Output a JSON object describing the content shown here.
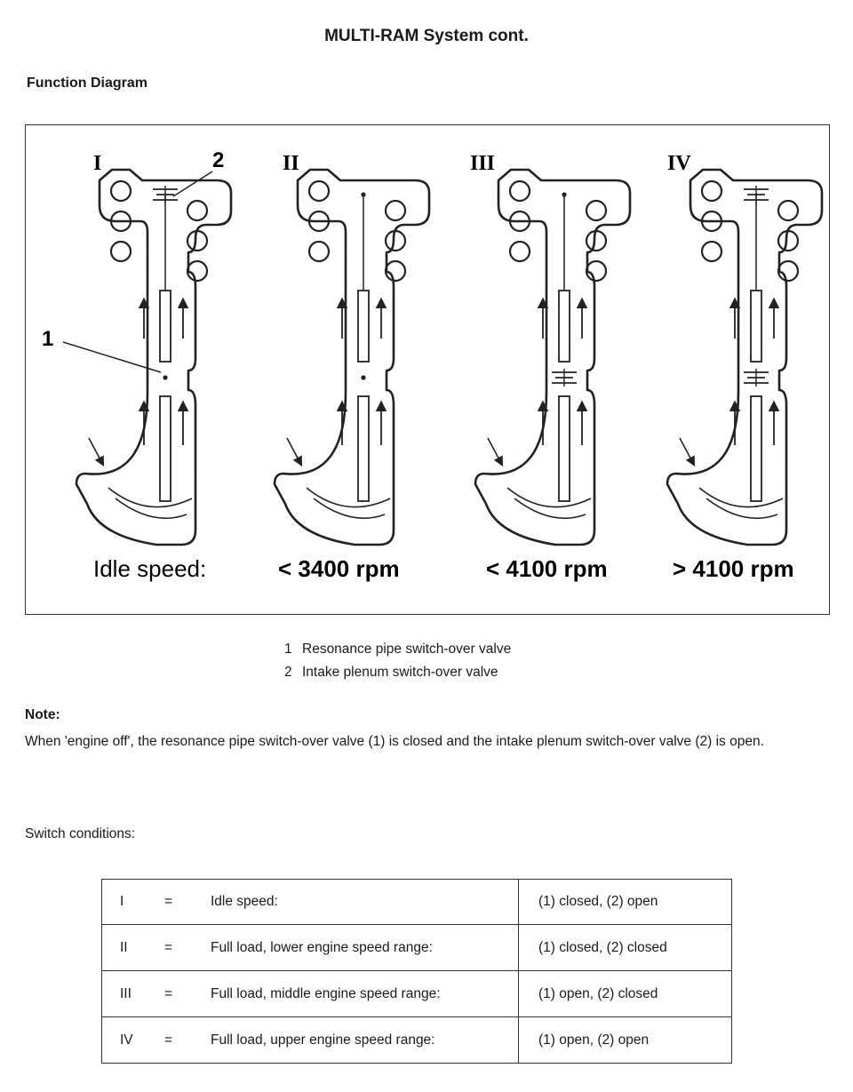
{
  "page": {
    "title": "MULTI-RAM System cont.",
    "subtitle": "Function Diagram"
  },
  "diagram": {
    "panels": [
      {
        "roman": "I",
        "caption": "Idle speed:"
      },
      {
        "roman": "II",
        "caption": "< 3400 rpm"
      },
      {
        "roman": "III",
        "caption": "< 4100 rpm"
      },
      {
        "roman": "IV",
        "caption": "> 4100 rpm"
      }
    ],
    "callout_1": "1",
    "callout_2": "2"
  },
  "legend": [
    {
      "num": "1",
      "text": "Resonance pipe switch-over valve"
    },
    {
      "num": "2",
      "text": "Intake plenum switch-over valve"
    }
  ],
  "note": {
    "heading": "Note:",
    "text": "When 'engine off', the resonance pipe switch-over valve (1) is closed and the intake plenum switch-over valve (2) is open."
  },
  "switch_conditions": {
    "heading": "Switch conditions:",
    "rows": [
      {
        "roman": "I",
        "eq": "=",
        "desc": "Idle speed:",
        "state": "(1) closed, (2) open"
      },
      {
        "roman": "II",
        "eq": "=",
        "desc": "Full load, lower engine speed range:",
        "state": "(1) closed, (2) closed"
      },
      {
        "roman": "III",
        "eq": "=",
        "desc": "Full load, middle engine speed range:",
        "state": "(1) open, (2) closed"
      },
      {
        "roman": "IV",
        "eq": "=",
        "desc": "Full load, upper engine speed range:",
        "state": "(1) open, (2) open"
      }
    ]
  }
}
